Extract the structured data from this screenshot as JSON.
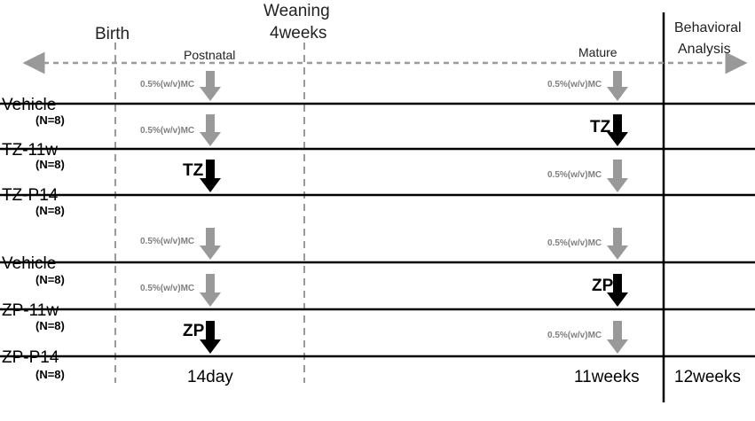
{
  "header": {
    "birth": "Birth",
    "weaning_line1": "Weaning",
    "weaning_line2": "4weeks",
    "behavioral_line1": "Behavioral",
    "behavioral_line2": "Analysis",
    "postnatal": "Postnatal",
    "mature": "Mature"
  },
  "groups": [
    {
      "name": "Vehicle",
      "n": "(N=8)"
    },
    {
      "name": "TZ-11w",
      "n": "(N=8)"
    },
    {
      "name": "TZ-P14",
      "n": "(N=8)"
    },
    {
      "name": "Vehicle",
      "n": "(N=8)"
    },
    {
      "name": "ZP-11w",
      "n": "(N=8)"
    },
    {
      "name": "ZP-P14",
      "n": "(N=8)"
    }
  ],
  "treatments": {
    "mc": "0.5%(w/v)MC",
    "tz": "TZ",
    "zp": "ZP"
  },
  "footer": {
    "day14": "14day",
    "weeks11": "11weeks",
    "weeks12": "12weeks"
  },
  "colors": {
    "line": "#000000",
    "vehicle_arrow": "#999999",
    "drug_arrow": "#000000",
    "dashed": "#999999",
    "mc_text": "#7f7f7f"
  }
}
